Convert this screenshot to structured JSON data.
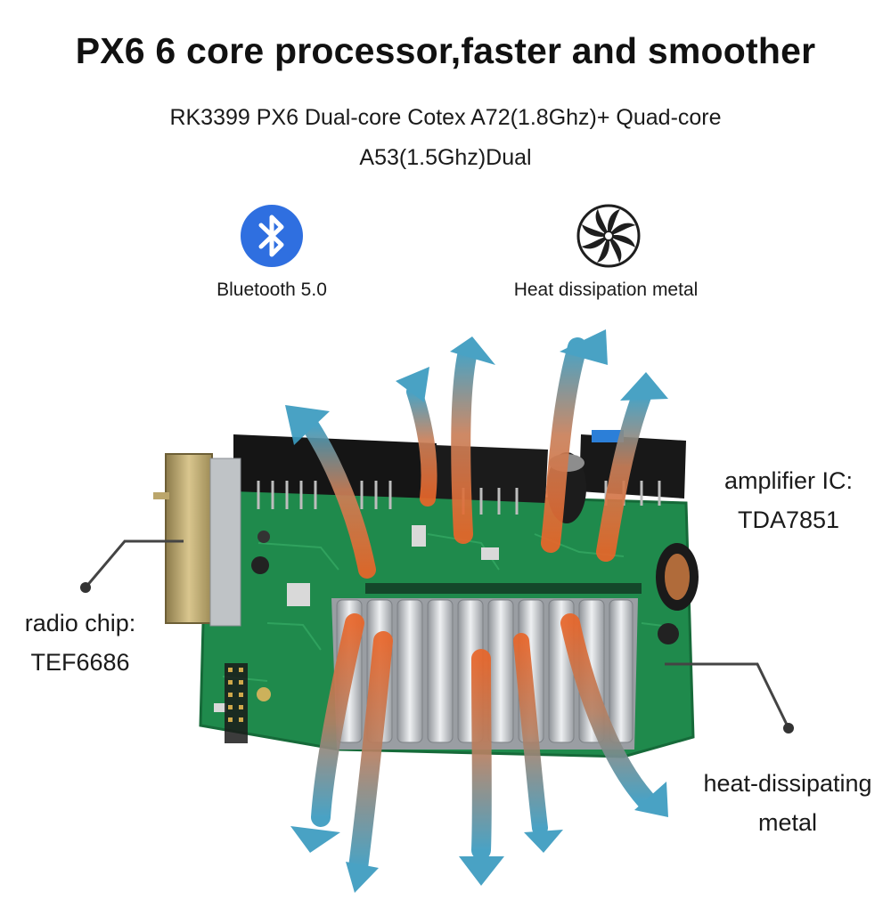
{
  "heading": "PX6 6 core processor,faster and smoother",
  "spec": {
    "line1": "RK3399 PX6 Dual-core Cotex A72(1.8Ghz)+ Quad-core",
    "line2": "A53(1.5Ghz)Dual"
  },
  "features": [
    {
      "icon": "bluetooth-icon",
      "label": "Bluetooth 5.0",
      "color": "#2f6fe0"
    },
    {
      "icon": "fan-icon",
      "label": "Heat dissipation metal",
      "color": "#1e1e1e"
    }
  ],
  "callouts": {
    "radio_line1": "radio chip:",
    "radio_line2": "TEF6686",
    "amp_line1": "amplifier IC:",
    "amp_line2": "TDA7851",
    "heat_line1": "heat-dissipating",
    "heat_line2": "metal"
  },
  "colors": {
    "pcb": "#1f8a4c",
    "heatsink": "#c9ccd0",
    "arrow_hot": "#e8662a",
    "arrow_cool": "#3a9bc0"
  }
}
